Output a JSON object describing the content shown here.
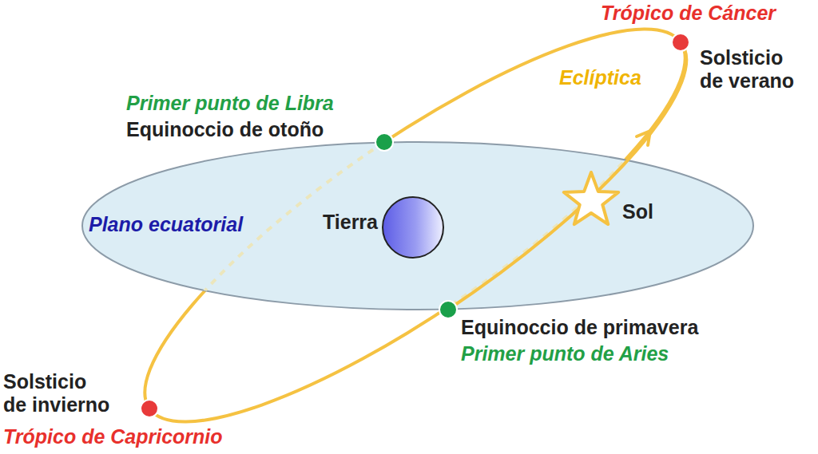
{
  "diagram": {
    "nodes": [
      {
        "text": [
          "Plano ecuatorial"
        ]
      },
      {
        "text": [
          "Tierra"
        ],
        "in": 0
      },
      {
        "text": [
          "Sol"
        ]
      }
    ],
    "labels": [
      "Trópico de Cáncer",
      "Solsticio de verano",
      "Eclíptica",
      "Primer punto de Libra",
      "Equinoccio de otoño",
      "Equinoccio de primavera",
      "Primer punto de Aries",
      "Solsticio de invierno",
      "Trópico de Capricornio"
    ]
  }
}
